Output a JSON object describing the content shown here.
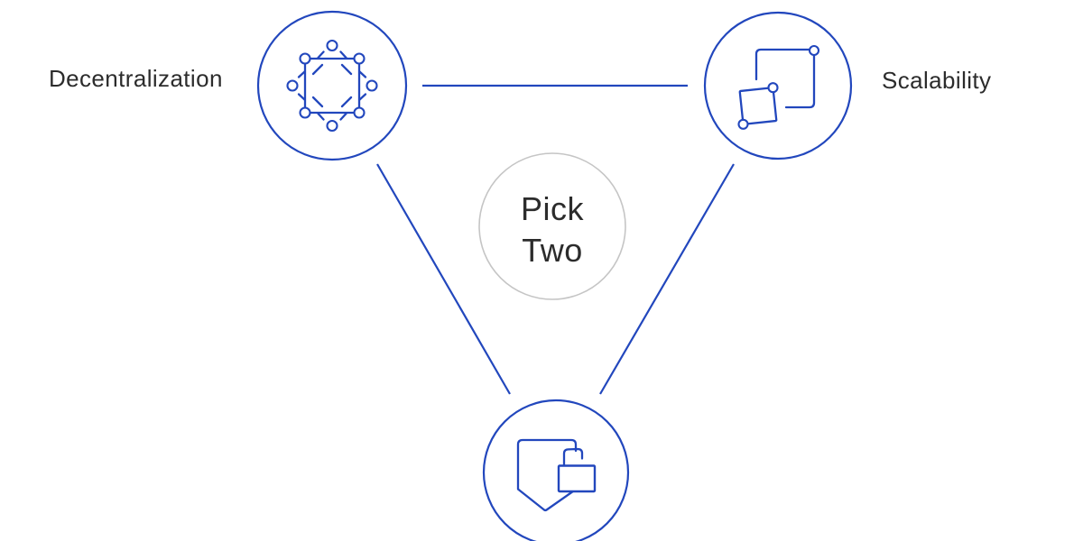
{
  "diagram": {
    "labels": {
      "decentralization": "Decentralization",
      "scalability": "Scalability"
    },
    "center": {
      "line1": "Pick",
      "line2": "Two"
    },
    "icons": {
      "decentralization": "network-consensus-icon",
      "scalability": "scaling-squares-icon",
      "security": "shield-unlocked-icon"
    },
    "colors": {
      "accent_blue": "#2247bd",
      "center_ring_gray": "#c5c5c5",
      "text_dark": "#2c2c2c"
    }
  }
}
